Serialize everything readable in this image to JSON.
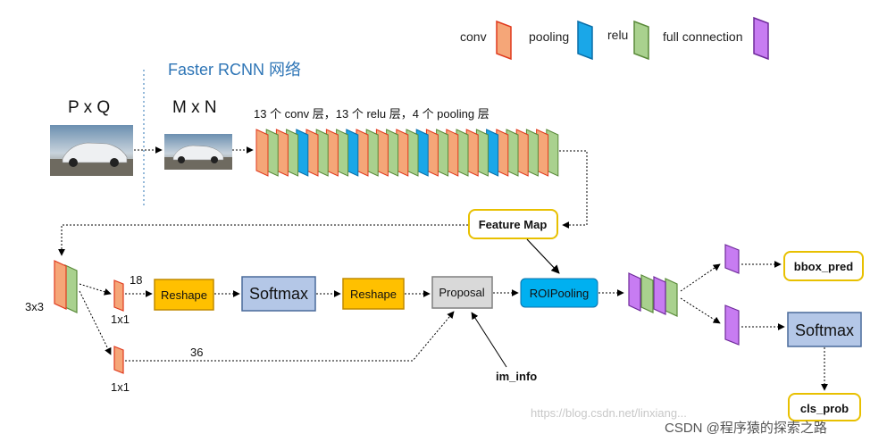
{
  "legend": {
    "conv": "conv",
    "pooling": "pooling",
    "relu": "relu",
    "full_connection": "full connection"
  },
  "colors": {
    "conv": "#f5a678",
    "conv_edge": "#e03a1e",
    "pooling": "#1aa7e8",
    "pooling_edge": "#0b6fa8",
    "relu": "#a9d18e",
    "relu_edge": "#5a8a3a",
    "fc": "#c77cf2",
    "fc_edge": "#6e2a9a",
    "orange_box": "#ffc000",
    "orange_edge": "#c08a00",
    "blue_box": "#b4c7e7",
    "blue_edge": "#4a6a9a",
    "gray_box": "#d9d9d9",
    "roi_box": "#00b0f0",
    "feature_edge": "#e8c000",
    "title_blue": "#2e75b6"
  },
  "header": {
    "title": "Faster RCNN 网络",
    "input_label": "P x Q",
    "resized_label": "M x N",
    "backbone_caption": "13 个 conv 层，13 个 relu 层，4 个 pooling 层"
  },
  "backbone_layers": [
    "conv",
    "relu",
    "conv",
    "relu",
    "pool",
    "conv",
    "relu",
    "conv",
    "relu",
    "pool",
    "conv",
    "relu",
    "conv",
    "relu",
    "conv",
    "relu",
    "pool",
    "conv",
    "relu",
    "conv",
    "relu",
    "conv",
    "relu",
    "pool",
    "conv",
    "relu",
    "conv",
    "relu",
    "conv",
    "relu"
  ],
  "nodes": {
    "feature_map": "Feature Map",
    "conv3x3_label": "3x3",
    "conv1x1_top_label": "1x1",
    "conv1x1_bottom_label": "1x1",
    "top_channels": "18",
    "bottom_channels": "36",
    "reshape1": "Reshape",
    "softmax1": "Softmax",
    "reshape2": "Reshape",
    "proposal": "Proposal",
    "roi_pooling": "ROIPooling",
    "im_info": "im_info",
    "bbox_pred": "bbox_pred",
    "softmax2": "Softmax",
    "cls_prob": "cls_prob"
  },
  "watermark": {
    "url": "https://blog.csdn.net/linxiang...",
    "credit": "CSDN @程序猿的探索之路"
  }
}
